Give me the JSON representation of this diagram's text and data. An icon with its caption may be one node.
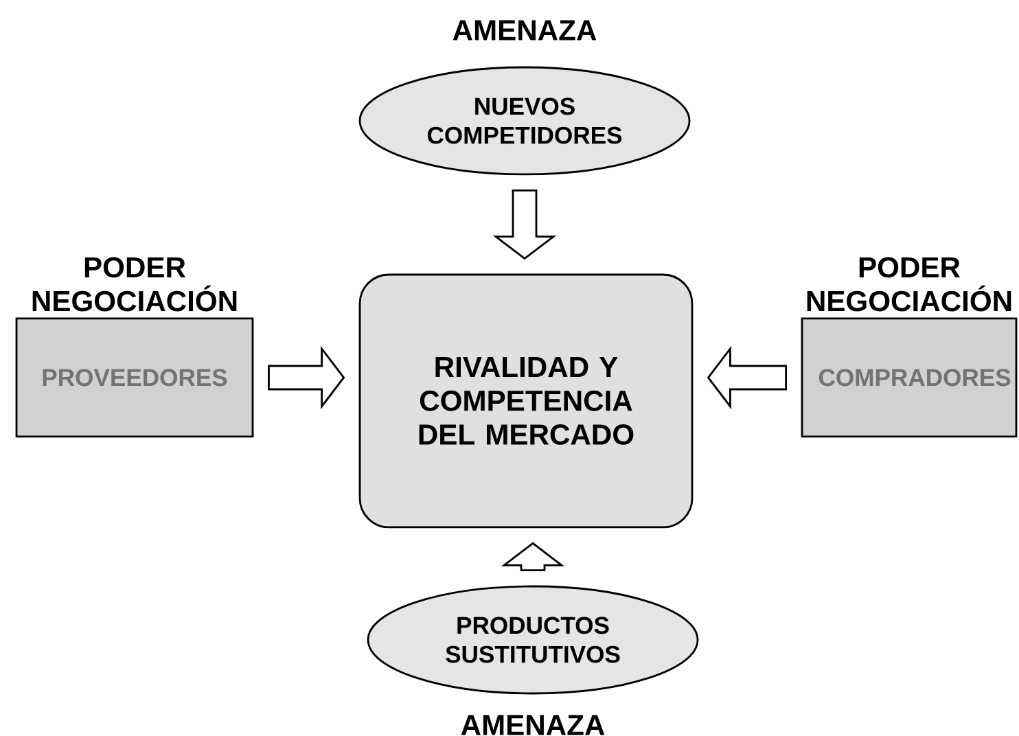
{
  "diagram": {
    "nodes": [
      {
        "text": [
          "AMENAZA",
          "NUEVOS COMPETIDORES"
        ]
      },
      {
        "text": [
          "PODER NEGOCIACIÓN",
          "PROVEEDORES"
        ]
      },
      {
        "text": [
          "RIVALIDAD Y COMPETENCIA DEL MERCADO"
        ]
      },
      {
        "text": [
          "PODER NEGOCIACIÓN",
          "COMPRADORES"
        ]
      },
      {
        "text": [
          "PRODUCTOS SUSTITUTIVOS",
          "AMENAZA"
        ]
      }
    ],
    "edges": [
      {
        "from": 0,
        "to": 2,
        "arrow": "to"
      },
      {
        "from": 1,
        "to": 2,
        "arrow": "to"
      },
      {
        "from": 3,
        "to": 2,
        "arrow": "to"
      },
      {
        "from": 4,
        "to": 2,
        "arrow": "to"
      }
    ]
  }
}
